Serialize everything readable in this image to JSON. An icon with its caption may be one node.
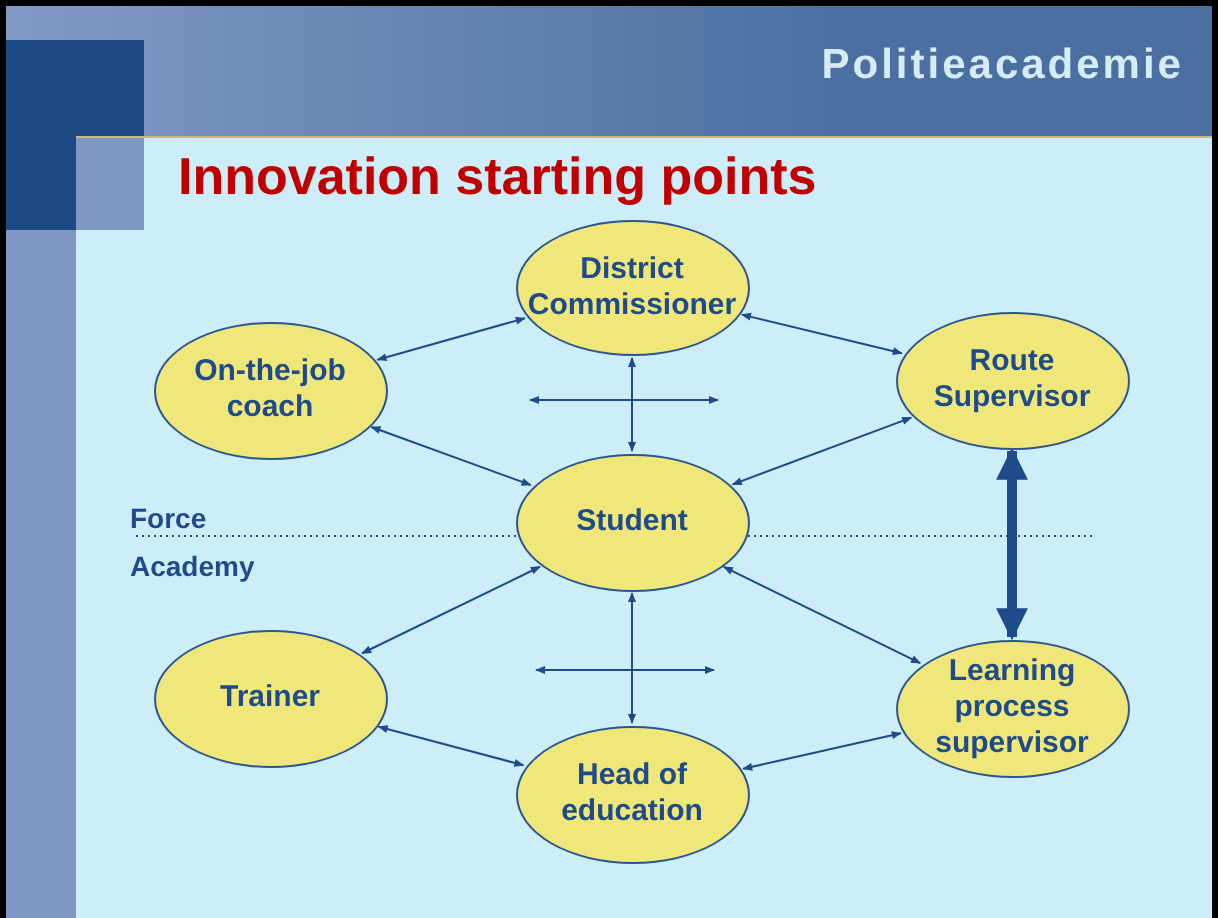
{
  "diagram": {
    "title": "Innovation starting points",
    "nodes": [
      {
        "text": [
          "District Commissioner"
        ]
      },
      {
        "text": [
          "On-the-job coach"
        ]
      },
      {
        "text": [
          "Route Supervisor"
        ]
      },
      {
        "text": [
          "Student"
        ]
      },
      {
        "text": [
          "Trainer"
        ]
      },
      {
        "text": [
          "Head of education"
        ]
      },
      {
        "text": [
          "Learning process supervisor"
        ]
      }
    ],
    "edges": [
      {
        "from": 0,
        "to": 1,
        "arrow": "both"
      },
      {
        "from": 0,
        "to": 2,
        "arrow": "both"
      },
      {
        "from": 0,
        "to": 3,
        "arrow": "both"
      },
      {
        "from": 1,
        "to": 3,
        "arrow": "both"
      },
      {
        "from": 2,
        "to": 3,
        "arrow": "both"
      },
      {
        "from": 2,
        "to": 6,
        "arrow": "both",
        "style": "thick"
      },
      {
        "from": 3,
        "to": 4,
        "arrow": "both"
      },
      {
        "from": 3,
        "to": 5,
        "arrow": "both"
      },
      {
        "from": 3,
        "to": 6,
        "arrow": "both"
      },
      {
        "from": 4,
        "to": 5,
        "arrow": "both"
      },
      {
        "from": 5,
        "to": 6,
        "arrow": "both"
      }
    ],
    "labels": [
      "Politieacademie",
      "Force",
      "Academy"
    ]
  }
}
